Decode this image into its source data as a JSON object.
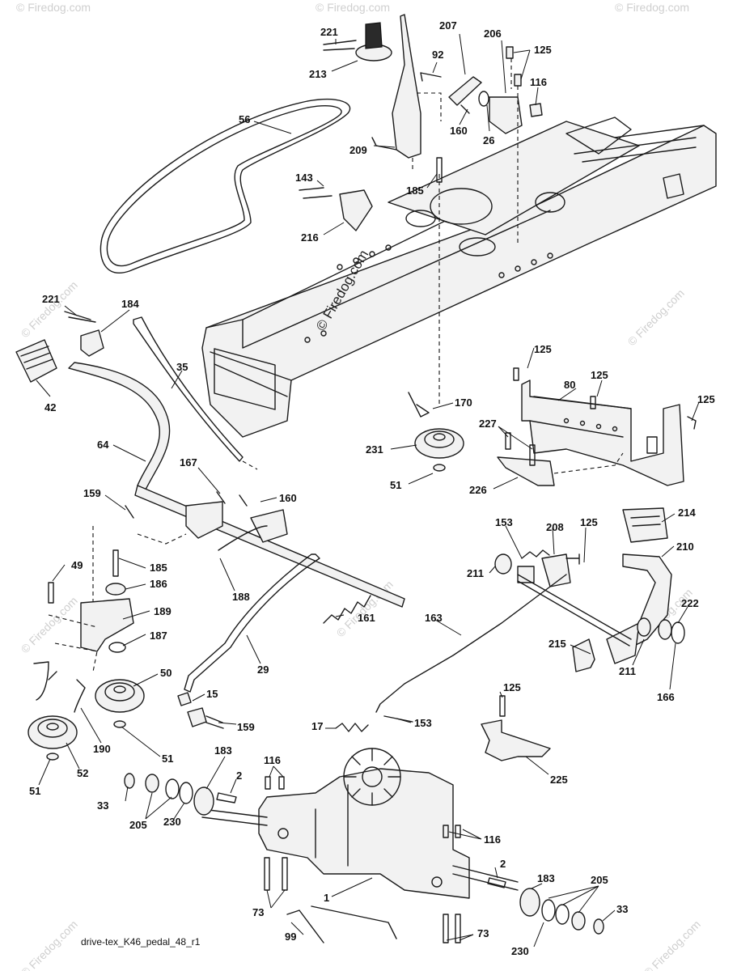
{
  "watermark": {
    "center": "© Firedog.com",
    "edge": "© Firedog.com"
  },
  "footer_code": "drive-tex_K46_pedal_48_r1",
  "labels": {
    "l221a": "221",
    "l213": "213",
    "l207": "207",
    "l206": "206",
    "l125a": "125",
    "l92": "92",
    "l116a": "116",
    "l56": "56",
    "l160a": "160",
    "l26": "26",
    "l209": "209",
    "l185a": "185",
    "l143": "143",
    "l216": "216",
    "l221b": "221",
    "l184": "184",
    "l42": "42",
    "l35": "35",
    "l125b": "125",
    "l125c": "125",
    "l80": "80",
    "l125d": "125",
    "l170": "170",
    "l227": "227",
    "l231": "231",
    "l51a": "51",
    "l226": "226",
    "l64": "64",
    "l167": "167",
    "l160b": "160",
    "l159a": "159",
    "l153a": "153",
    "l208": "208",
    "l125e": "125",
    "l214": "214",
    "l210": "210",
    "l211a": "211",
    "l49": "49",
    "l185b": "185",
    "l186": "186",
    "l188": "188",
    "l189": "189",
    "l187": "187",
    "l161": "161",
    "l163": "163",
    "l215": "215",
    "l222": "222",
    "l211b": "211",
    "l166": "166",
    "l29": "29",
    "l50": "50",
    "l15": "15",
    "l159b": "159",
    "l125f": "125",
    "l190": "190",
    "l51b": "51",
    "l17": "17",
    "l153b": "153",
    "l225": "225",
    "l52": "52",
    "l51c": "51",
    "l183a": "183",
    "l116b": "116",
    "l2a": "2",
    "l33a": "33",
    "l205a": "205",
    "l230a": "230",
    "l116c": "116",
    "l1": "1",
    "l73a": "73",
    "l2b": "2",
    "l183b": "183",
    "l205b": "205",
    "l33b": "33",
    "l99": "99",
    "l73b": "73",
    "l230b": "230"
  }
}
